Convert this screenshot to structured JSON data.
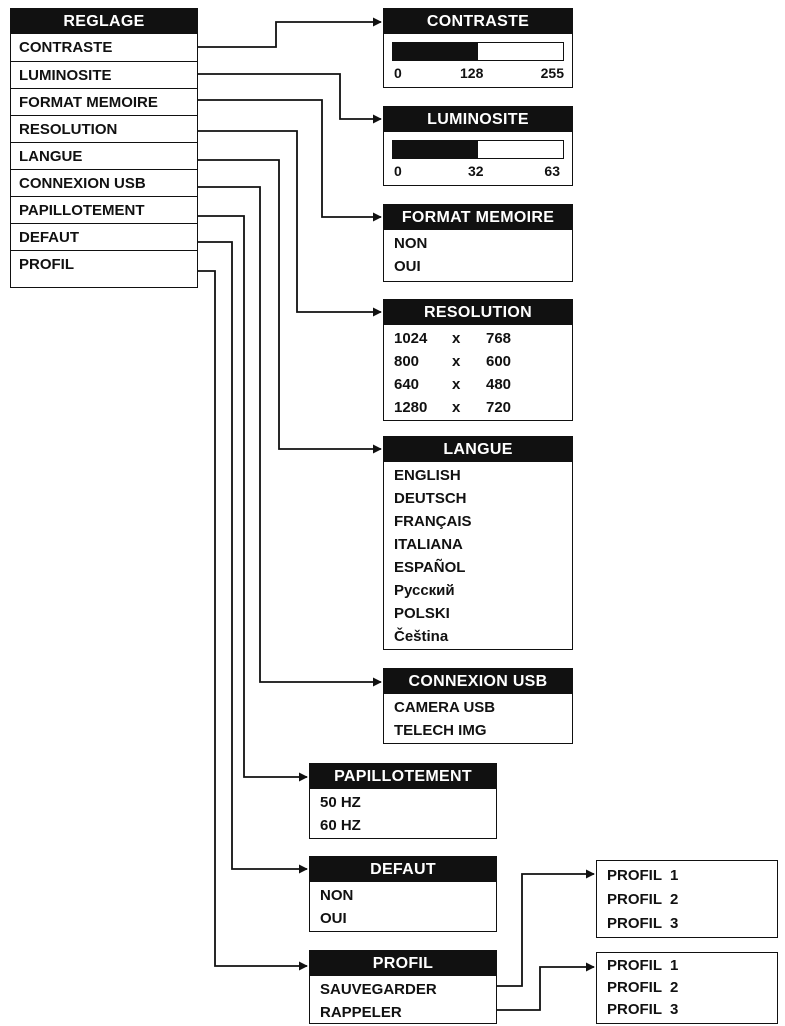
{
  "main_menu": {
    "title": "REGLAGE",
    "items": [
      "CONTRASTE",
      "LUMINOSITE",
      "FORMAT MEMOIRE",
      "RESOLUTION",
      "LANGUE",
      "CONNEXION USB",
      "PAPILLOTEMENT",
      "DEFAUT",
      "PROFIL"
    ]
  },
  "contraste": {
    "title": "CONTRASTE",
    "level": 0.5,
    "ticks": [
      "0",
      "128",
      "255"
    ]
  },
  "luminosite": {
    "title": "LUMINOSITE",
    "level": 0.5,
    "ticks": [
      "0",
      "32",
      "63"
    ]
  },
  "format_memoire": {
    "title": "FORMAT MEMOIRE",
    "options": [
      "NON",
      "OUI"
    ]
  },
  "resolution": {
    "title": "RESOLUTION",
    "rows": [
      {
        "w": "1024",
        "x": "x",
        "h": "768"
      },
      {
        "w": "800",
        "x": "x",
        "h": "600"
      },
      {
        "w": "640",
        "x": "x",
        "h": "480"
      },
      {
        "w": "1280",
        "x": "x",
        "h": "720"
      }
    ]
  },
  "langue": {
    "title": "LANGUE",
    "options": [
      "ENGLISH",
      "DEUTSCH",
      "FRANÇAIS",
      "ITALIANA",
      "ESPAÑOL",
      "Русский",
      "POLSKI",
      "Čeština"
    ]
  },
  "connexion_usb": {
    "title": "CONNEXION USB",
    "options": [
      "CAMERA USB",
      "TELECH IMG"
    ]
  },
  "papillotement": {
    "title": "PAPILLOTEMENT",
    "options": [
      "50 HZ",
      "60 HZ"
    ]
  },
  "defaut": {
    "title": "DEFAUT",
    "options": [
      "NON",
      "OUI"
    ]
  },
  "profil": {
    "title": "PROFIL",
    "options": [
      "SAUVEGARDER",
      "RAPPELER"
    ]
  },
  "profil_sauvegarder": {
    "options": [
      "PROFIL  1",
      "PROFIL  2",
      "PROFIL  3"
    ]
  },
  "profil_rappeler": {
    "options": [
      "PROFIL  1",
      "PROFIL  2",
      "PROFIL  3"
    ]
  },
  "colors": {
    "line": "#111111",
    "header_bg": "#111111",
    "header_text": "#ffffff",
    "background": "#ffffff"
  }
}
